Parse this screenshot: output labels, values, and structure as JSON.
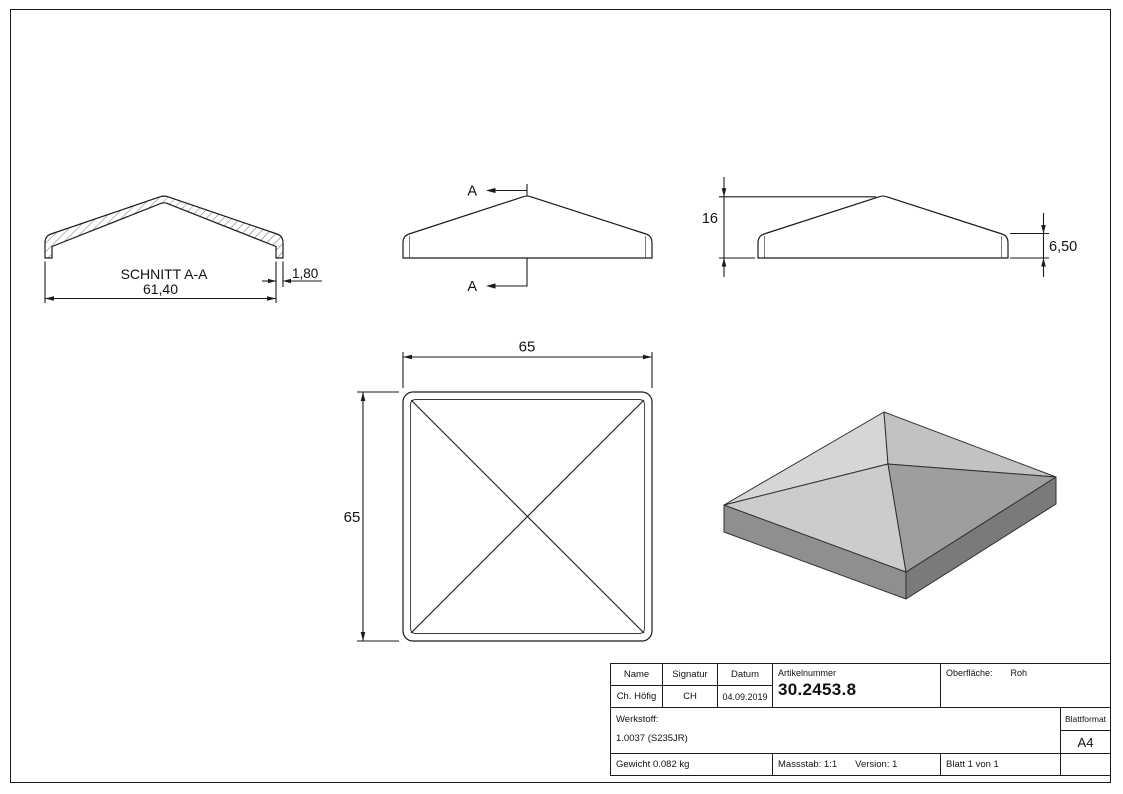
{
  "colors": {
    "background": "#ffffff",
    "line": "#1b1b1b",
    "iso": {
      "face_nw": "#d6d6d6",
      "face_ne": "#c2c2c2",
      "face_sw": "#cccccc",
      "face_se": "#9e9e9e",
      "rim_sw": "#8f8f8f",
      "rim_se": "#7a7a7a"
    }
  },
  "section_view": {
    "label": "SCHNITT A-A",
    "dim_width": "61,40",
    "dim_thickness": "1,80"
  },
  "front_view": {
    "cut_label_top": "A",
    "cut_label_bottom": "A"
  },
  "side_view": {
    "dim_height": "16",
    "dim_rim_height": "6,50"
  },
  "top_view": {
    "dim_width": "65",
    "dim_height": "65"
  },
  "title_block": {
    "name_label": "Name",
    "name_value": "Ch. Höfig",
    "signatur_label": "Signatur",
    "signatur_value": "CH",
    "datum_label": "Datum",
    "datum_value": "04.09.2019",
    "artikelnummer_label": "Artikelnummer",
    "artikelnummer_value": "30.2453.8",
    "oberflaeche_label": "Oberfläche:",
    "oberflaeche_value": "Roh",
    "werkstoff_label": "Werkstoff:",
    "werkstoff_value": "1.0037 (S235JR)",
    "blattformat_label": "Blattformat",
    "blattformat_value": "A4",
    "gewicht": "Gewicht 0.082 kg",
    "massstab": "Massstab: 1:1",
    "version": "Version: 1",
    "blatt": "Blatt 1 von 1"
  }
}
